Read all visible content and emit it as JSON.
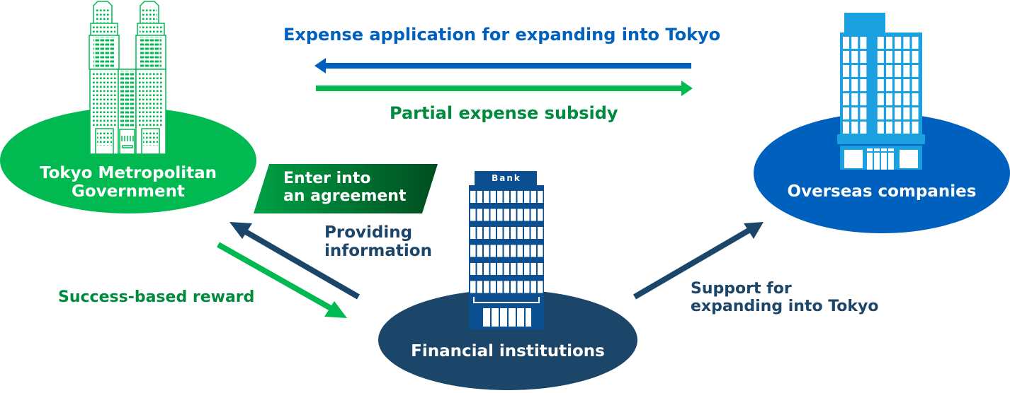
{
  "colors": {
    "government_green": "#00b950",
    "text_green": "#008a3e",
    "overseas_blue": "#0060bd",
    "building_blue": "#1ba1e0",
    "financial_navy": "#1c4669",
    "bank_blue": "#0b4f91",
    "agreement_dark_green": "#004d20"
  },
  "nodes": {
    "government": {
      "label_line1": "Tokyo Metropolitan",
      "label_line2": "Government",
      "icon": "twin-tower-building-icon"
    },
    "overseas": {
      "label": "Overseas companies",
      "icon": "office-building-icon"
    },
    "financial": {
      "label": "Financial institutions",
      "icon": "bank-building-icon",
      "sign": "Bank"
    }
  },
  "flows": {
    "expense_application": "Expense application for expanding into Tokyo",
    "partial_subsidy": "Partial expense subsidy",
    "success_reward": "Success-based reward",
    "providing_info_line1": "Providing",
    "providing_info_line2": "information",
    "support_line1": "Support for",
    "support_line2": "expanding into Tokyo"
  },
  "agreement": {
    "line1": "Enter into",
    "line2": "an agreement"
  }
}
